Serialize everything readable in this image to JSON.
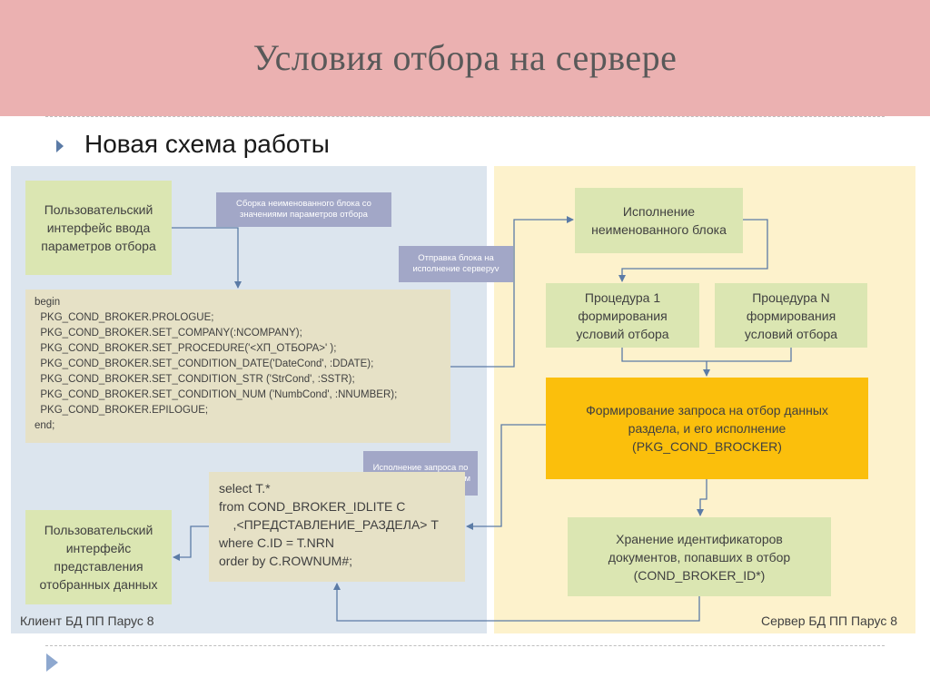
{
  "slide": {
    "title": "Условия отбора на сервере",
    "bullet": "Новая схема работы"
  },
  "client": {
    "ui_input": "Пользовательский интерфейс ввода параметров отбора",
    "note_assemble": "Сборка неименованного блока со значениями параметров отбора",
    "code_block": "begin\n  PKG_COND_BROKER.PROLOGUE;\n  PKG_COND_BROKER.SET_COMPANY(:NCOMPANY);\n  PKG_COND_BROKER.SET_PROCEDURE('<ХП_ОТБОРА>' );\n  PKG_COND_BROKER.SET_CONDITION_DATE('DateCond', :DDATE);\n  PKG_COND_BROKER.SET_CONDITION_STR ('StrCond', :SSTR);\n  PKG_COND_BROKER.SET_CONDITION_NUM ('NumbCond', :NNUMBER);\n  PKG_COND_BROKER.EPILOGUE;\nend;",
    "note_send": "Отправка блока на исполнение серверуv",
    "note_exec_query": "Исполнение запроса по отобранным документам",
    "sql": "select T.*\nfrom COND_BROKER_IDLITE C\n    ,<ПРЕДСТАВЛЕНИЕ_РАЗДЕЛА> T\nwhere C.ID = T.NRN\norder by C.ROWNUM#;",
    "ui_output": "Пользовательский интерфейс представления отобранных данных",
    "label": "Клиент БД ПП Парус 8"
  },
  "server": {
    "exec_block": "Исполнение неименованного блока",
    "proc_1": "Процедура 1 формирования условий отбора",
    "proc_n": "Процедура N формирования условий отбора",
    "form_query": "Формирование запроса на отбор данных раздела, и его исполнение (PKG_COND_BROCKER)",
    "store_ids": "Хранение идентификаторов документов, попавших в отбор (COND_BROKER_ID*)",
    "label": "Сервер БД ПП Парус 8"
  },
  "icons": {
    "bullet": "triangle-bullet-icon",
    "nav": "triangle-nav-icon"
  },
  "colors": {
    "header": "#ebb1b1",
    "client_panel": "#dce5ee",
    "server_panel": "#fdf2cc",
    "green_box": "#dbe6b2",
    "code_box": "#e6e1c6",
    "note": "#a2a7c7",
    "highlight": "#fbbf0c",
    "arrow": "#5b7ba6"
  }
}
